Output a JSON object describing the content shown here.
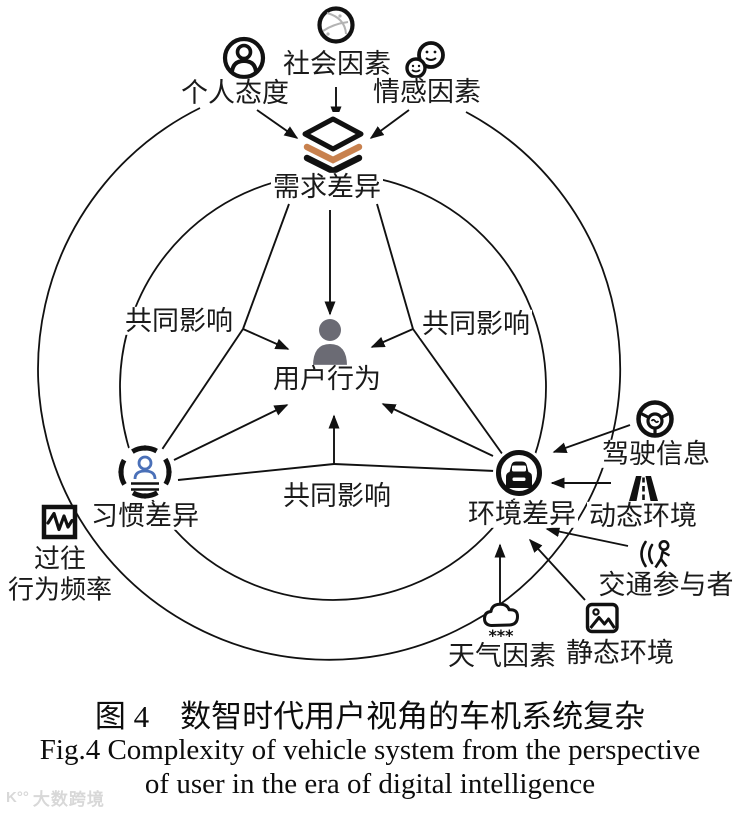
{
  "figure": {
    "caption_zh": "图 4　数智时代用户视角的车机系统复杂",
    "caption_en_line1": "Fig.4 Complexity of vehicle system from the perspective",
    "caption_en_line2": "of user in the era of digital intelligence"
  },
  "diagram": {
    "top_factors": {
      "personal_attitude": "个人态度",
      "social_factor": "社会因素",
      "emotional_factor": "情感因素"
    },
    "nodes": {
      "demand_difference": "需求差异",
      "user_behavior": "用户行为",
      "habit_difference": "习惯差异",
      "environment_difference": "环境差异"
    },
    "joint_influence": {
      "left": "共同影响",
      "right": "共同影响",
      "bottom": "共同影响"
    },
    "habit_factors": {
      "past_line1": "过往",
      "past_line2": "行为频率"
    },
    "environment_factors": {
      "driving_info": "驾驶信息",
      "dynamic_environment": "动态环境",
      "traffic_participants": "交通参与者",
      "static_environment": "静态环境",
      "weather_factor": "天气因素"
    }
  },
  "watermark": {
    "logo_text": "K°°",
    "brand": "大数跨境"
  },
  "colors": {
    "stroke_black": "#111111",
    "accent_orange": "#c8814e",
    "accent_blue": "#4a70b8",
    "person_gray": "#6b6b74",
    "watermark_gray": "#d8d8d8"
  }
}
